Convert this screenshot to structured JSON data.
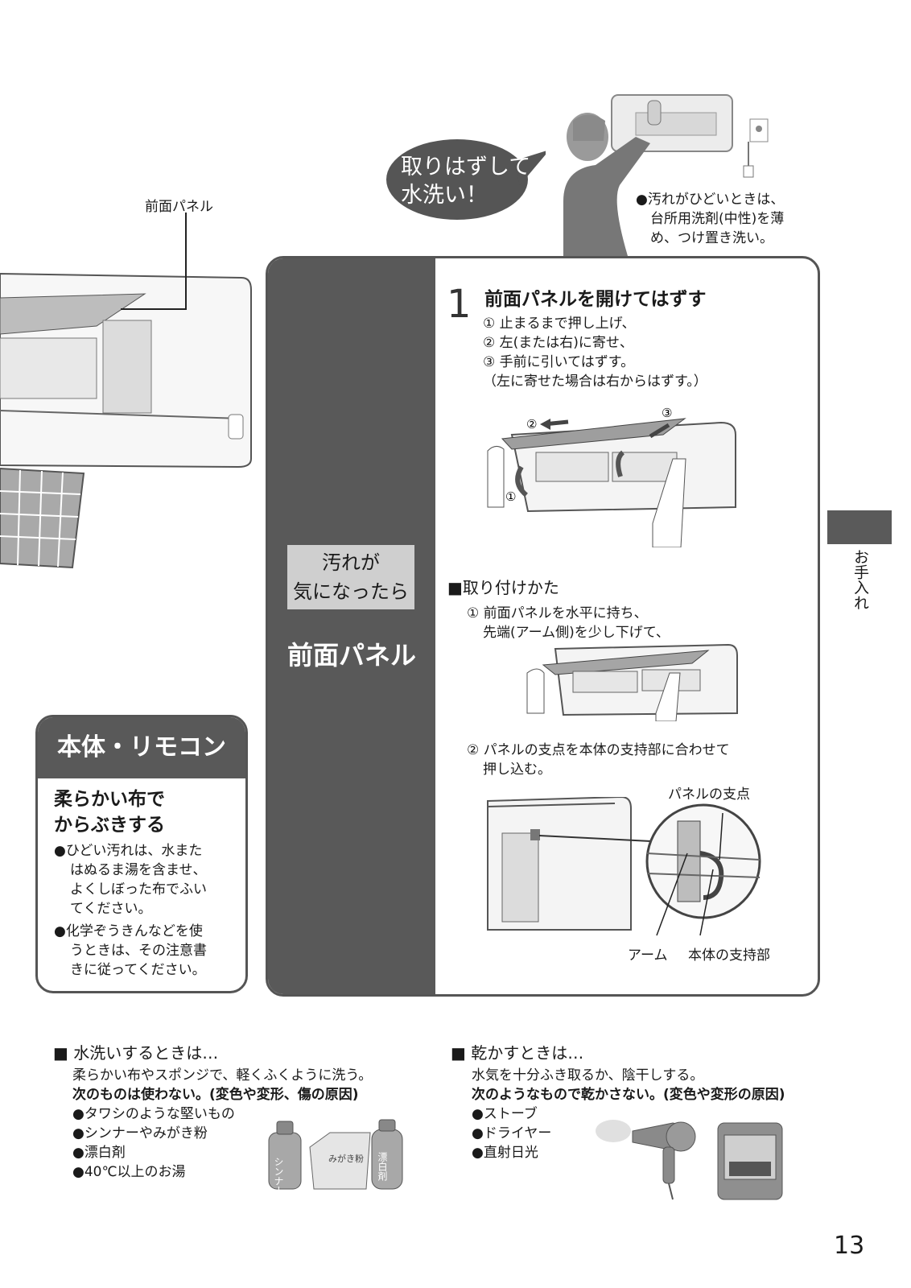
{
  "callout": {
    "speech_line1": "取りはずして",
    "speech_line2": "水洗い！",
    "note_line1": "●汚れがひどいときは、",
    "note_line2": "台所用洗剤(中性)を薄",
    "note_line3": "め、つけ置き洗い。"
  },
  "left_labels": {
    "front_panel": "前面パネル"
  },
  "main": {
    "tag_line1": "汚れが",
    "tag_line2": "気になったら",
    "title": "前面パネル",
    "step_number": "1",
    "step_title": "前面パネルを開けてはずす",
    "step_lines": [
      "① 止まるまで押し上げ、",
      "② 左(または右)に寄せ、",
      "③ 手前に引いてはずす。",
      "（左に寄せた場合は右からはずす。）"
    ],
    "fig_marks": [
      "①",
      "②",
      "③"
    ],
    "attach_title": "■取り付けかた",
    "attach_lines": [
      "① 前面パネルを水平に持ち、",
      "先端(アーム側)を少し下げて、"
    ],
    "attach_lines2": [
      "② パネルの支点を本体の支持部に合わせて",
      "押し込む。"
    ],
    "label_pivot": "パネルの支点",
    "label_arm": "アーム",
    "label_support": "本体の支持部"
  },
  "side": {
    "title": "本体・リモコン",
    "sub_line1": "柔らかい布で",
    "sub_line2": "からぶきする",
    "items": [
      [
        "●ひどい汚れは、水また",
        "はぬるま湯を含ませ、",
        "よくしぼった布でふい",
        "てください。"
      ],
      [
        "●化学ぞうきんなどを使",
        "うときは、その注意書",
        "きに従ってください。"
      ]
    ]
  },
  "right_tab": "お手入れ",
  "wash": {
    "title": "■ 水洗いするときは…",
    "line1": "柔らかい布やスポンジで、軽くふくように洗う。",
    "line2": "次のものは使わない。(変色や変形、傷の原因)",
    "items": [
      "●タワシのような堅いもの",
      "●シンナーやみがき粉",
      "●漂白剤",
      "●40℃以上のお湯"
    ],
    "bottle1": "シンナー",
    "box": "みがき粉",
    "bottle2": "漂白剤"
  },
  "dry": {
    "title": "■ 乾かすときは…",
    "line1": "水気を十分ふき取るか、陰干しする。",
    "line2": "次のようなもので乾かさない。(変色や変形の原因)",
    "items": [
      "●ストーブ",
      "●ドライヤー",
      "●直射日光"
    ]
  },
  "page_number": "13"
}
